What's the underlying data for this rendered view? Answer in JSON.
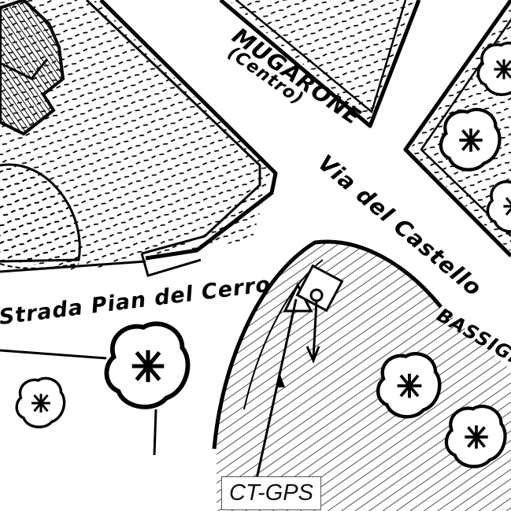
{
  "labels": {
    "mugarone": "MUGARONE",
    "centro": "(Centro)",
    "via_castello": "Via del Castello",
    "strada_pian": "Strada Pian del Cerro",
    "bassignana": "BASSIGNAN"
  },
  "callout": {
    "text": "CT-GPS"
  },
  "colors": {
    "ink": "#000000",
    "paper": "#ffffff",
    "callout_border": "#555555"
  },
  "icons": [
    "tree-icon",
    "building-icon",
    "survey-triangle-icon",
    "gps-marker-icon",
    "north-arrow-icon"
  ]
}
